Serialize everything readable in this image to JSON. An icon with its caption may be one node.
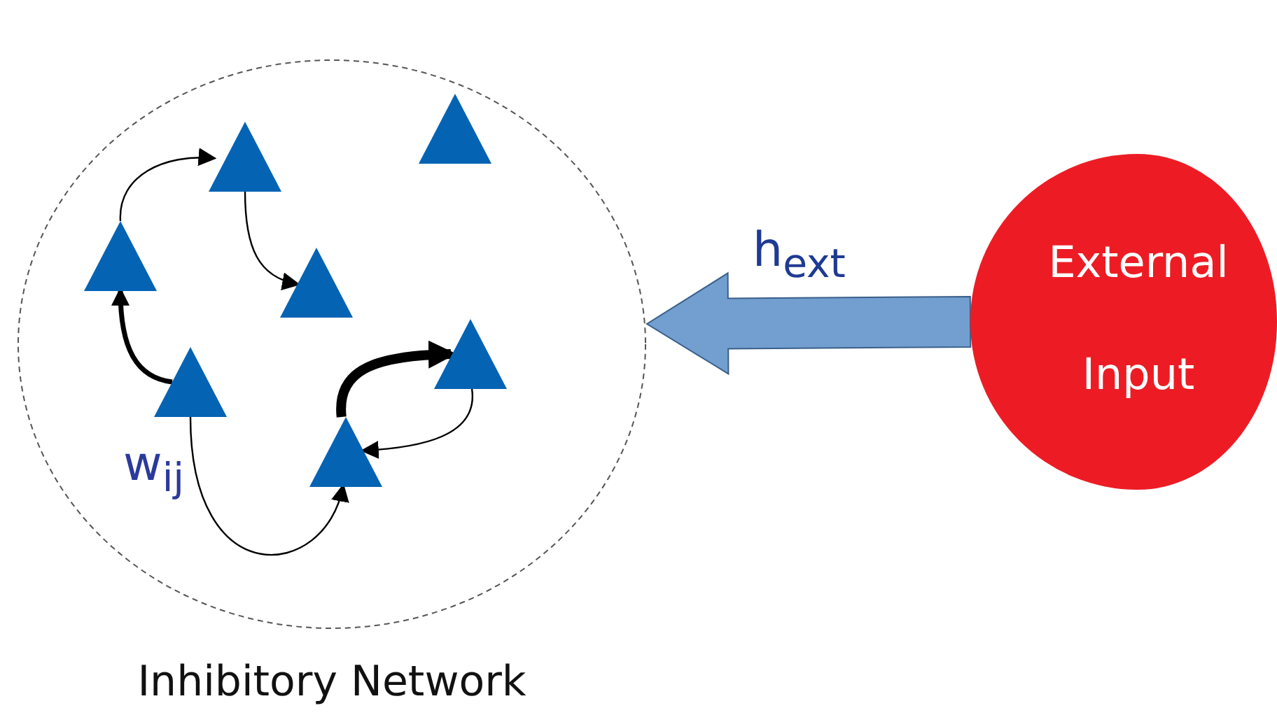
{
  "diagram": {
    "nodes": [
      {
        "text": [
          "Inhibitory Network"
        ]
      },
      {
        "text": [],
        "shape": "triangle",
        "in": 0
      },
      {
        "text": [],
        "shape": "triangle",
        "in": 0
      },
      {
        "text": [],
        "shape": "triangle",
        "in": 0
      },
      {
        "text": [],
        "shape": "triangle",
        "in": 0
      },
      {
        "text": [],
        "shape": "triangle",
        "in": 0
      },
      {
        "text": [],
        "shape": "triangle",
        "in": 0
      },
      {
        "text": [],
        "shape": "triangle",
        "in": 0
      },
      {
        "text": [
          "External Input"
        ]
      }
    ],
    "edges": [
      {
        "from": 3,
        "to": 2,
        "arrow": "to"
      },
      {
        "from": 2,
        "to": 4,
        "arrow": "to"
      },
      {
        "from": 6,
        "to": 3,
        "arrow": "to",
        "style": "thick"
      },
      {
        "from": 6,
        "to": 7,
        "arrow": "to"
      },
      {
        "from": 7,
        "to": 5,
        "arrow": "to",
        "style": "thick"
      },
      {
        "from": 5,
        "to": 7,
        "arrow": "to"
      },
      {
        "from": 8,
        "to": 0,
        "arrow": "to",
        "label": "h$_{ext}$",
        "style": "thick",
        "color": "#729fcf"
      }
    ],
    "labels": [
      "w$_{ij}$"
    ]
  }
}
